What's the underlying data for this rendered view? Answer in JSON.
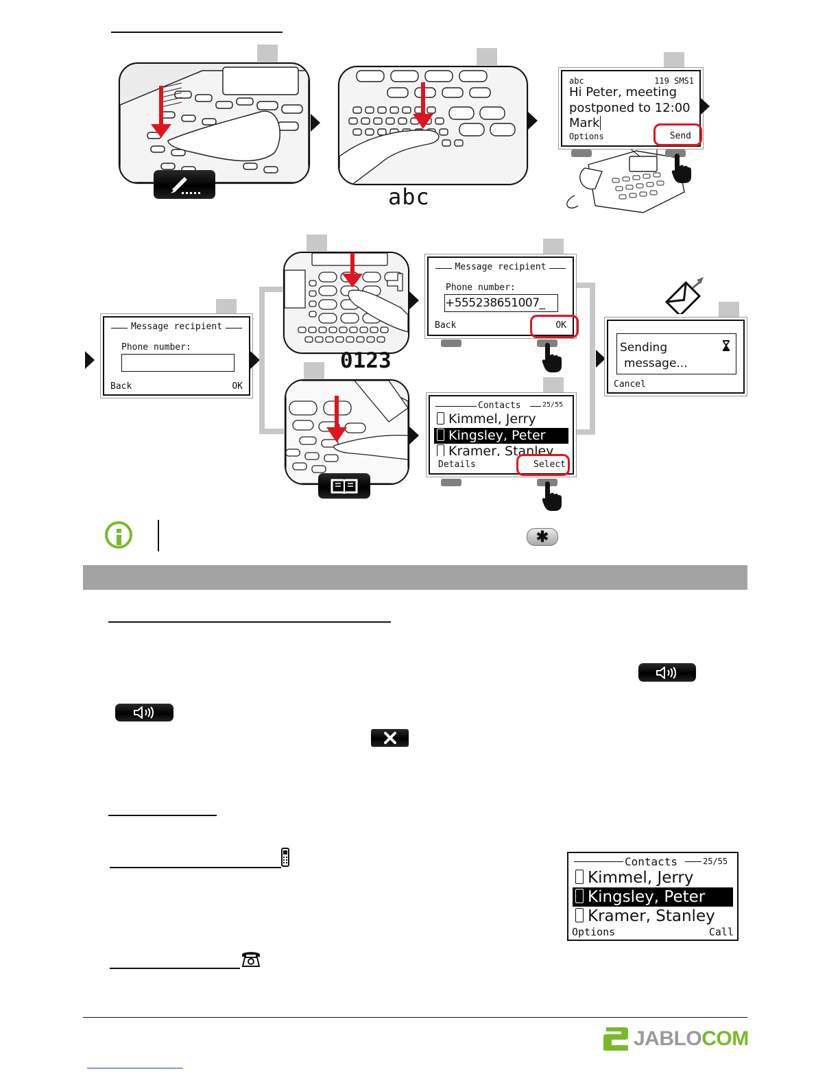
{
  "step1": {
    "keypad_label": "abc"
  },
  "sms_screen": {
    "mode": "abc",
    "counter": "119 SMS1",
    "message_lines": [
      "Hi Peter, meeting",
      "postponed to 12:00",
      "Mark"
    ],
    "left_soft": "Options",
    "right_soft": "Send"
  },
  "recipient_empty": {
    "title": "Message recipient",
    "field_label": "Phone number:",
    "field_value": "",
    "left_soft": "Back",
    "right_soft": "OK"
  },
  "recipient_filled": {
    "title": "Message recipient",
    "field_label": "Phone number:",
    "field_value": "+555238651007_",
    "left_soft": "Back",
    "right_soft": "OK",
    "keypad_label": "0123"
  },
  "contacts_select": {
    "title": "Contacts",
    "count": "25/55",
    "items": [
      "Kimmel, Jerry",
      "Kingsley, Peter",
      "Kramer, Stanley"
    ],
    "selected_index": 1,
    "left_soft": "Details",
    "right_soft": "Select"
  },
  "sending": {
    "line1": "Sending",
    "line2": "message...",
    "left_soft": "Cancel"
  },
  "contacts_call": {
    "title": "Contacts",
    "count": "25/55",
    "items": [
      "Kimmel, Jerry",
      "Kingsley, Peter",
      "Kramer, Stanley"
    ],
    "selected_index": 1,
    "left_soft": "Options",
    "right_soft": "Call"
  },
  "brand": {
    "name_part1": "JABLO",
    "name_part2": "COM",
    "color_green": "#7ab929",
    "color_grey": "#9a9a9a"
  },
  "colors": {
    "accent_red": "#e0141e",
    "section_bar": "#a3a3a3",
    "info_green": "#7ab929"
  }
}
